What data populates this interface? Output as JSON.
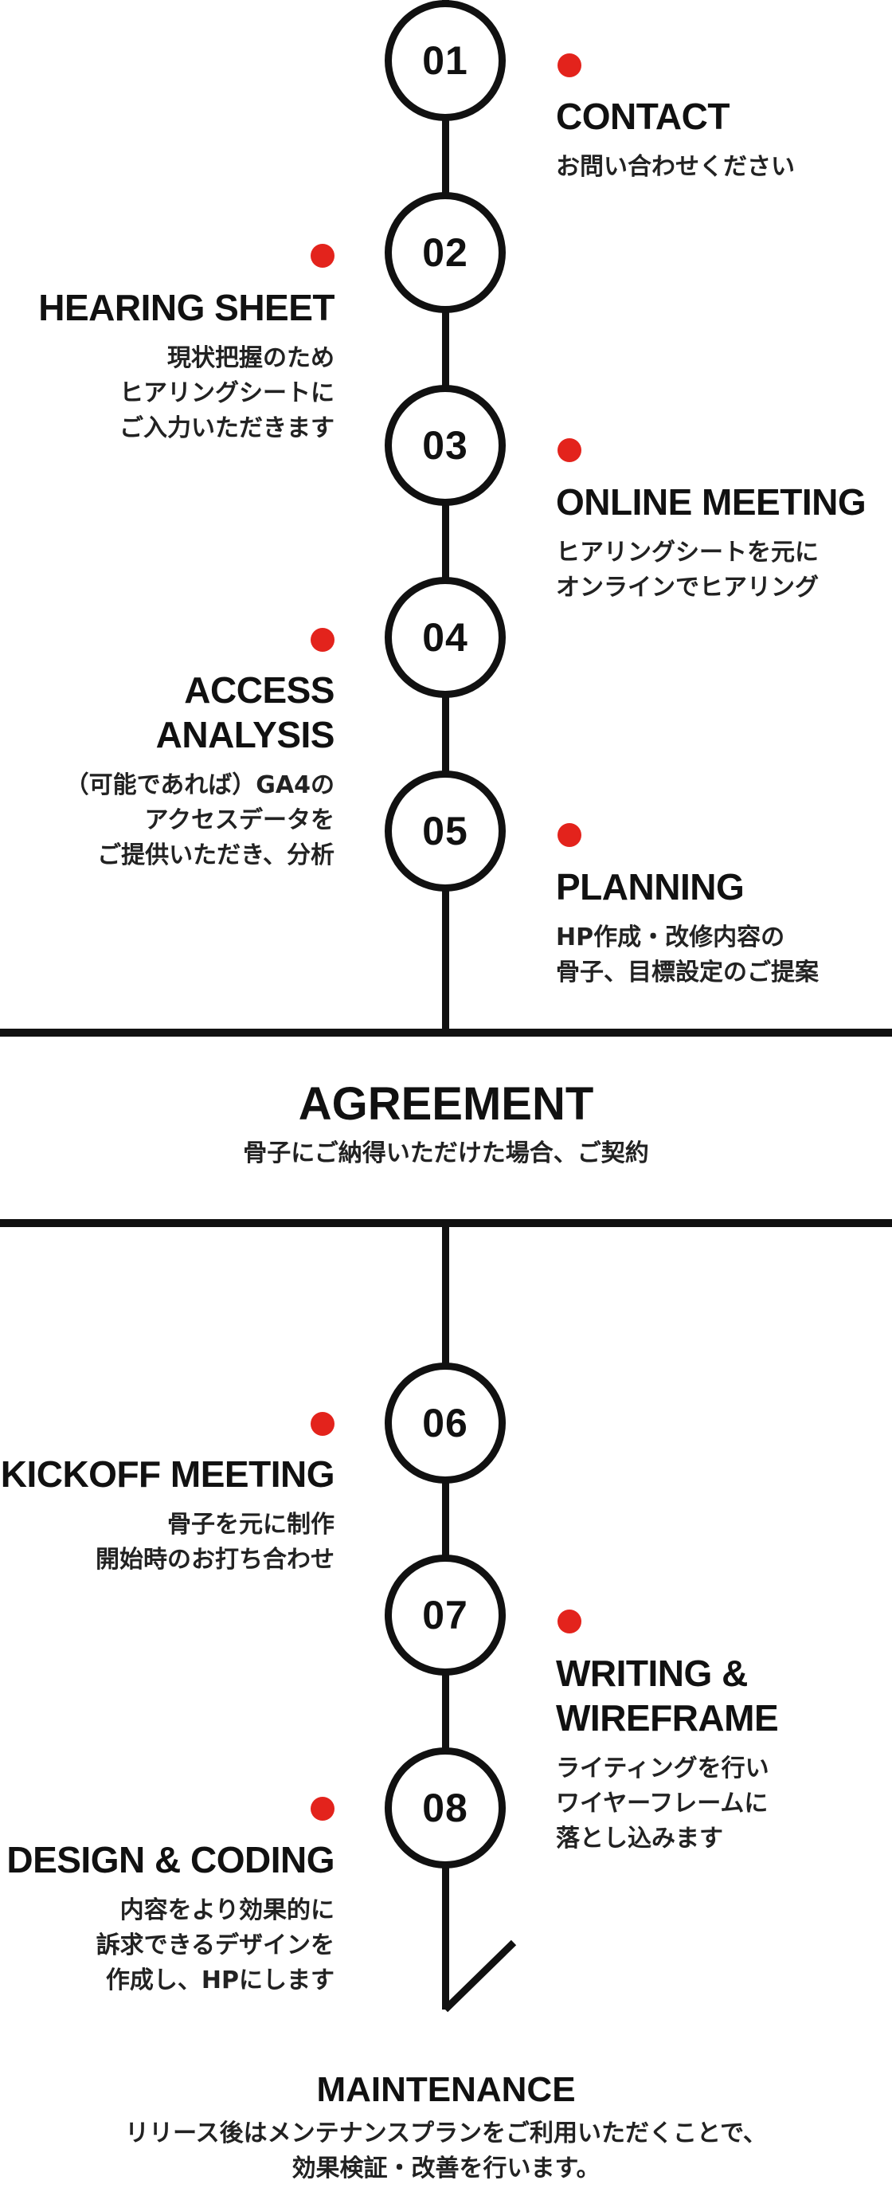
{
  "steps": [
    {
      "number": "01",
      "title": "CONTACT",
      "description": "お問い合わせください"
    },
    {
      "number": "02",
      "title": "HEARING SHEET",
      "description": "現状把握のため\nヒアリングシートに\nご入力いただきます"
    },
    {
      "number": "03",
      "title": "ONLINE MEETING",
      "description": "ヒアリングシートを元に\nオンラインでヒアリング"
    },
    {
      "number": "04",
      "title": "ACCESS ANALYSIS",
      "description": "（可能であれば）GA4の\nアクセスデータを\nご提供いただき、分析"
    },
    {
      "number": "05",
      "title": "PLANNING",
      "description": "HP作成・改修内容の\n骨子、目標設定のご提案"
    },
    {
      "number": "06",
      "title": "KICKOFF MEETING",
      "description": "骨子を元に制作\n開始時のお打ち合わせ"
    },
    {
      "number": "07",
      "title": "WRITING &\nWIREFRAME",
      "description": "ライティングを行い\nワイヤーフレームに\n落とし込みます"
    },
    {
      "number": "08",
      "title": "DESIGN & CODING",
      "description": "内容をより効果的に\n訴求できるデザインを\n作成し、HPにします"
    }
  ],
  "agreement": {
    "title": "AGREEMENT",
    "description": "骨子にご納得いただけた場合、ご契約"
  },
  "maintenance": {
    "title": "MAINTENANCE",
    "description": "リリース後はメンテナンスプランをご利用いただくことで、\n効果検証・改善を行います。"
  },
  "colors": {
    "accent": "#e3231c",
    "line": "#111111",
    "background": "#ffffff"
  }
}
